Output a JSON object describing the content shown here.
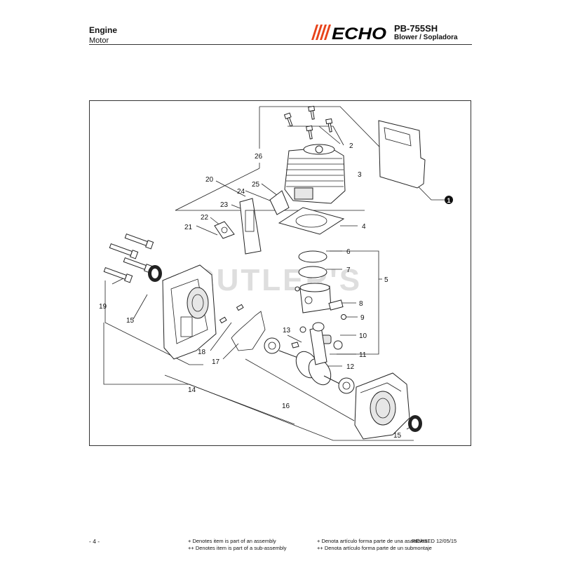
{
  "header": {
    "section_title": "Engine",
    "section_subtitle": "Motor",
    "brand": "ECHO",
    "model": "PB-755SH",
    "model_subtitle": "Blower / Sopladora"
  },
  "watermark": "CUTLER'S",
  "diagram": {
    "callouts": [
      {
        "id": "c1",
        "label": "1"
      },
      {
        "id": "c2",
        "label": "2"
      },
      {
        "id": "c3",
        "label": "3"
      },
      {
        "id": "c4",
        "label": "4"
      },
      {
        "id": "c5",
        "label": "5"
      },
      {
        "id": "c6",
        "label": "6"
      },
      {
        "id": "c7",
        "label": "7"
      },
      {
        "id": "c8",
        "label": "8"
      },
      {
        "id": "c9",
        "label": "9"
      },
      {
        "id": "c10",
        "label": "10"
      },
      {
        "id": "c11",
        "label": "11"
      },
      {
        "id": "c12",
        "label": "12"
      },
      {
        "id": "c13",
        "label": "13"
      },
      {
        "id": "c14",
        "label": "14"
      },
      {
        "id": "c15a",
        "label": "15"
      },
      {
        "id": "c15b",
        "label": "15"
      },
      {
        "id": "c16",
        "label": "16"
      },
      {
        "id": "c17",
        "label": "17"
      },
      {
        "id": "c18",
        "label": "18"
      },
      {
        "id": "c19",
        "label": "19"
      },
      {
        "id": "c20",
        "label": "20"
      },
      {
        "id": "c21",
        "label": "21"
      },
      {
        "id": "c22",
        "label": "22"
      },
      {
        "id": "c23",
        "label": "23"
      },
      {
        "id": "c24",
        "label": "24"
      },
      {
        "id": "c25",
        "label": "25"
      },
      {
        "id": "c26",
        "label": "26"
      }
    ]
  },
  "footer": {
    "page_number": "- 4 -",
    "note_assembly_en": "+ Denotes item is part of an assembly",
    "note_subassembly_en": "++ Denotes item is part of a sub-assembly",
    "note_assembly_es": "+ Denota artículo forma parte de una asamblea",
    "note_subassembly_es": "++ Denota artículo forma parte de un submontaje",
    "revision": "REVISED 12/05/15"
  }
}
